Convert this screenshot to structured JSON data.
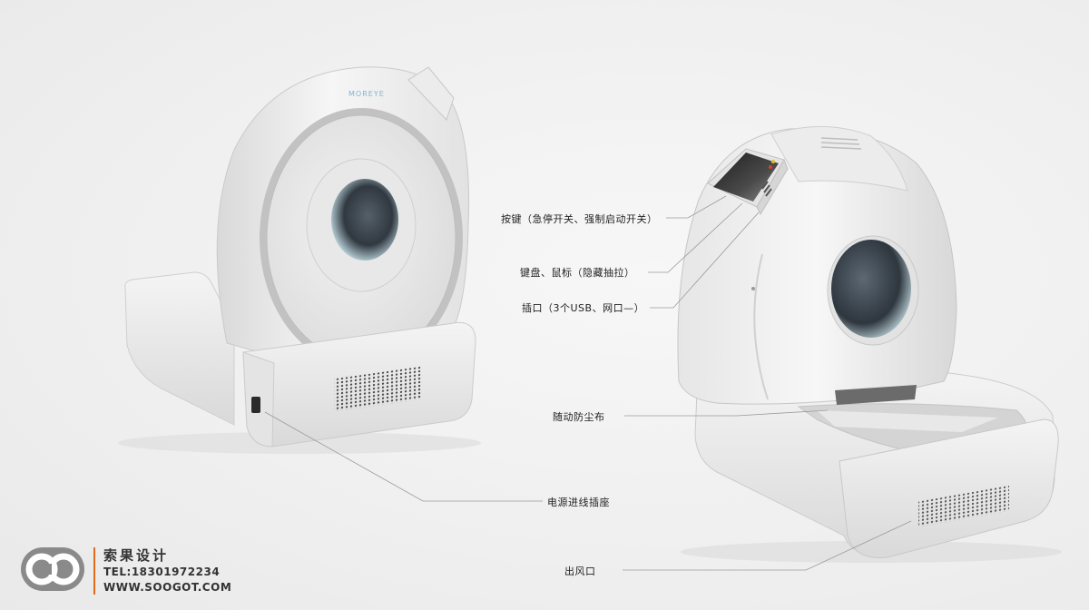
{
  "device_label": "MOREYE",
  "callouts": {
    "buttons": "按键（急停开关、强制启动开关）",
    "keyboard_mouse": "键盘、鼠标（隐藏抽拉）",
    "ports": "插口（3个USB、网口—）",
    "dust_cover": "随动防尘布",
    "power_socket": "电源进线插座",
    "air_outlet": "出风口"
  },
  "brand": {
    "name": "索果设计",
    "tel": "TEL:18301972234",
    "website": "WWW.SOOGOT.COM"
  },
  "colors": {
    "accent": "#e06a1c",
    "logo_gray": "#8a8a8a"
  }
}
